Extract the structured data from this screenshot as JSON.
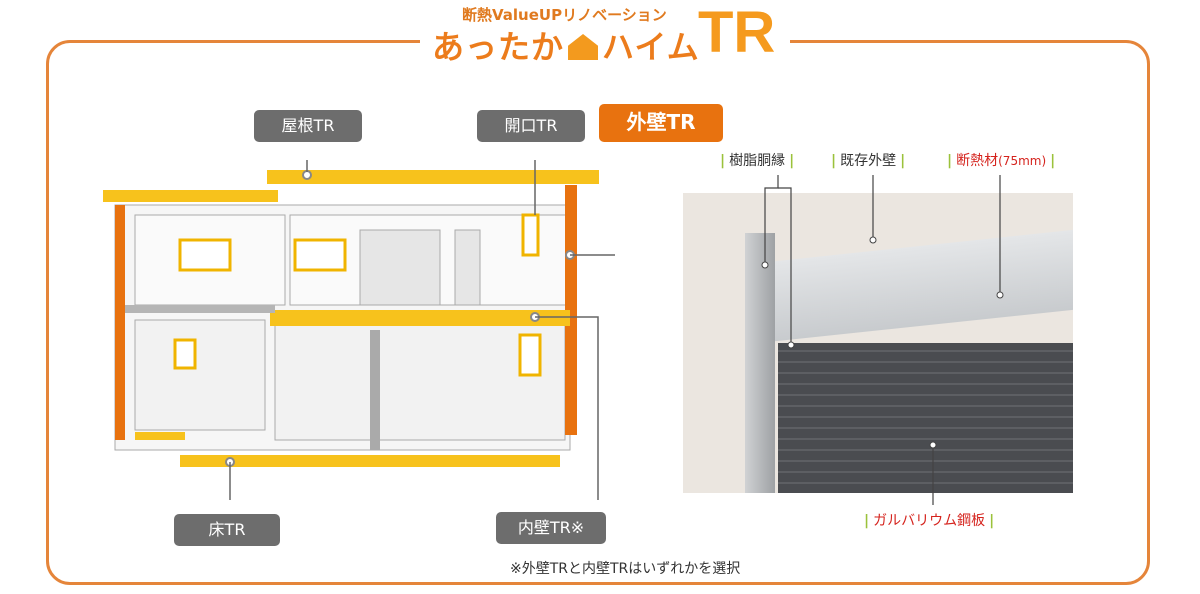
{
  "header": {
    "subtitle": "断熱ValueUPリノベーション",
    "title": "あったか",
    "title2": "ハイム",
    "brand": "TR"
  },
  "house_tags": {
    "roof": "屋根TR",
    "opening": "開口TR",
    "exterior": "外壁TR",
    "floor": "床TR",
    "interior": "内壁TR※"
  },
  "wall_labels": {
    "furring": "樹脂胴縁",
    "existing": "既存外壁",
    "insulation": "断熱材",
    "insulation_size": "(75mm)",
    "panel": "ガルバリウム鋼板"
  },
  "footnote": "※外壁TRと内壁TRはいずれかを選択",
  "colors": {
    "accent": "#e8720f",
    "insulation": "#f7c21c",
    "tag": "#6d6d6d"
  }
}
